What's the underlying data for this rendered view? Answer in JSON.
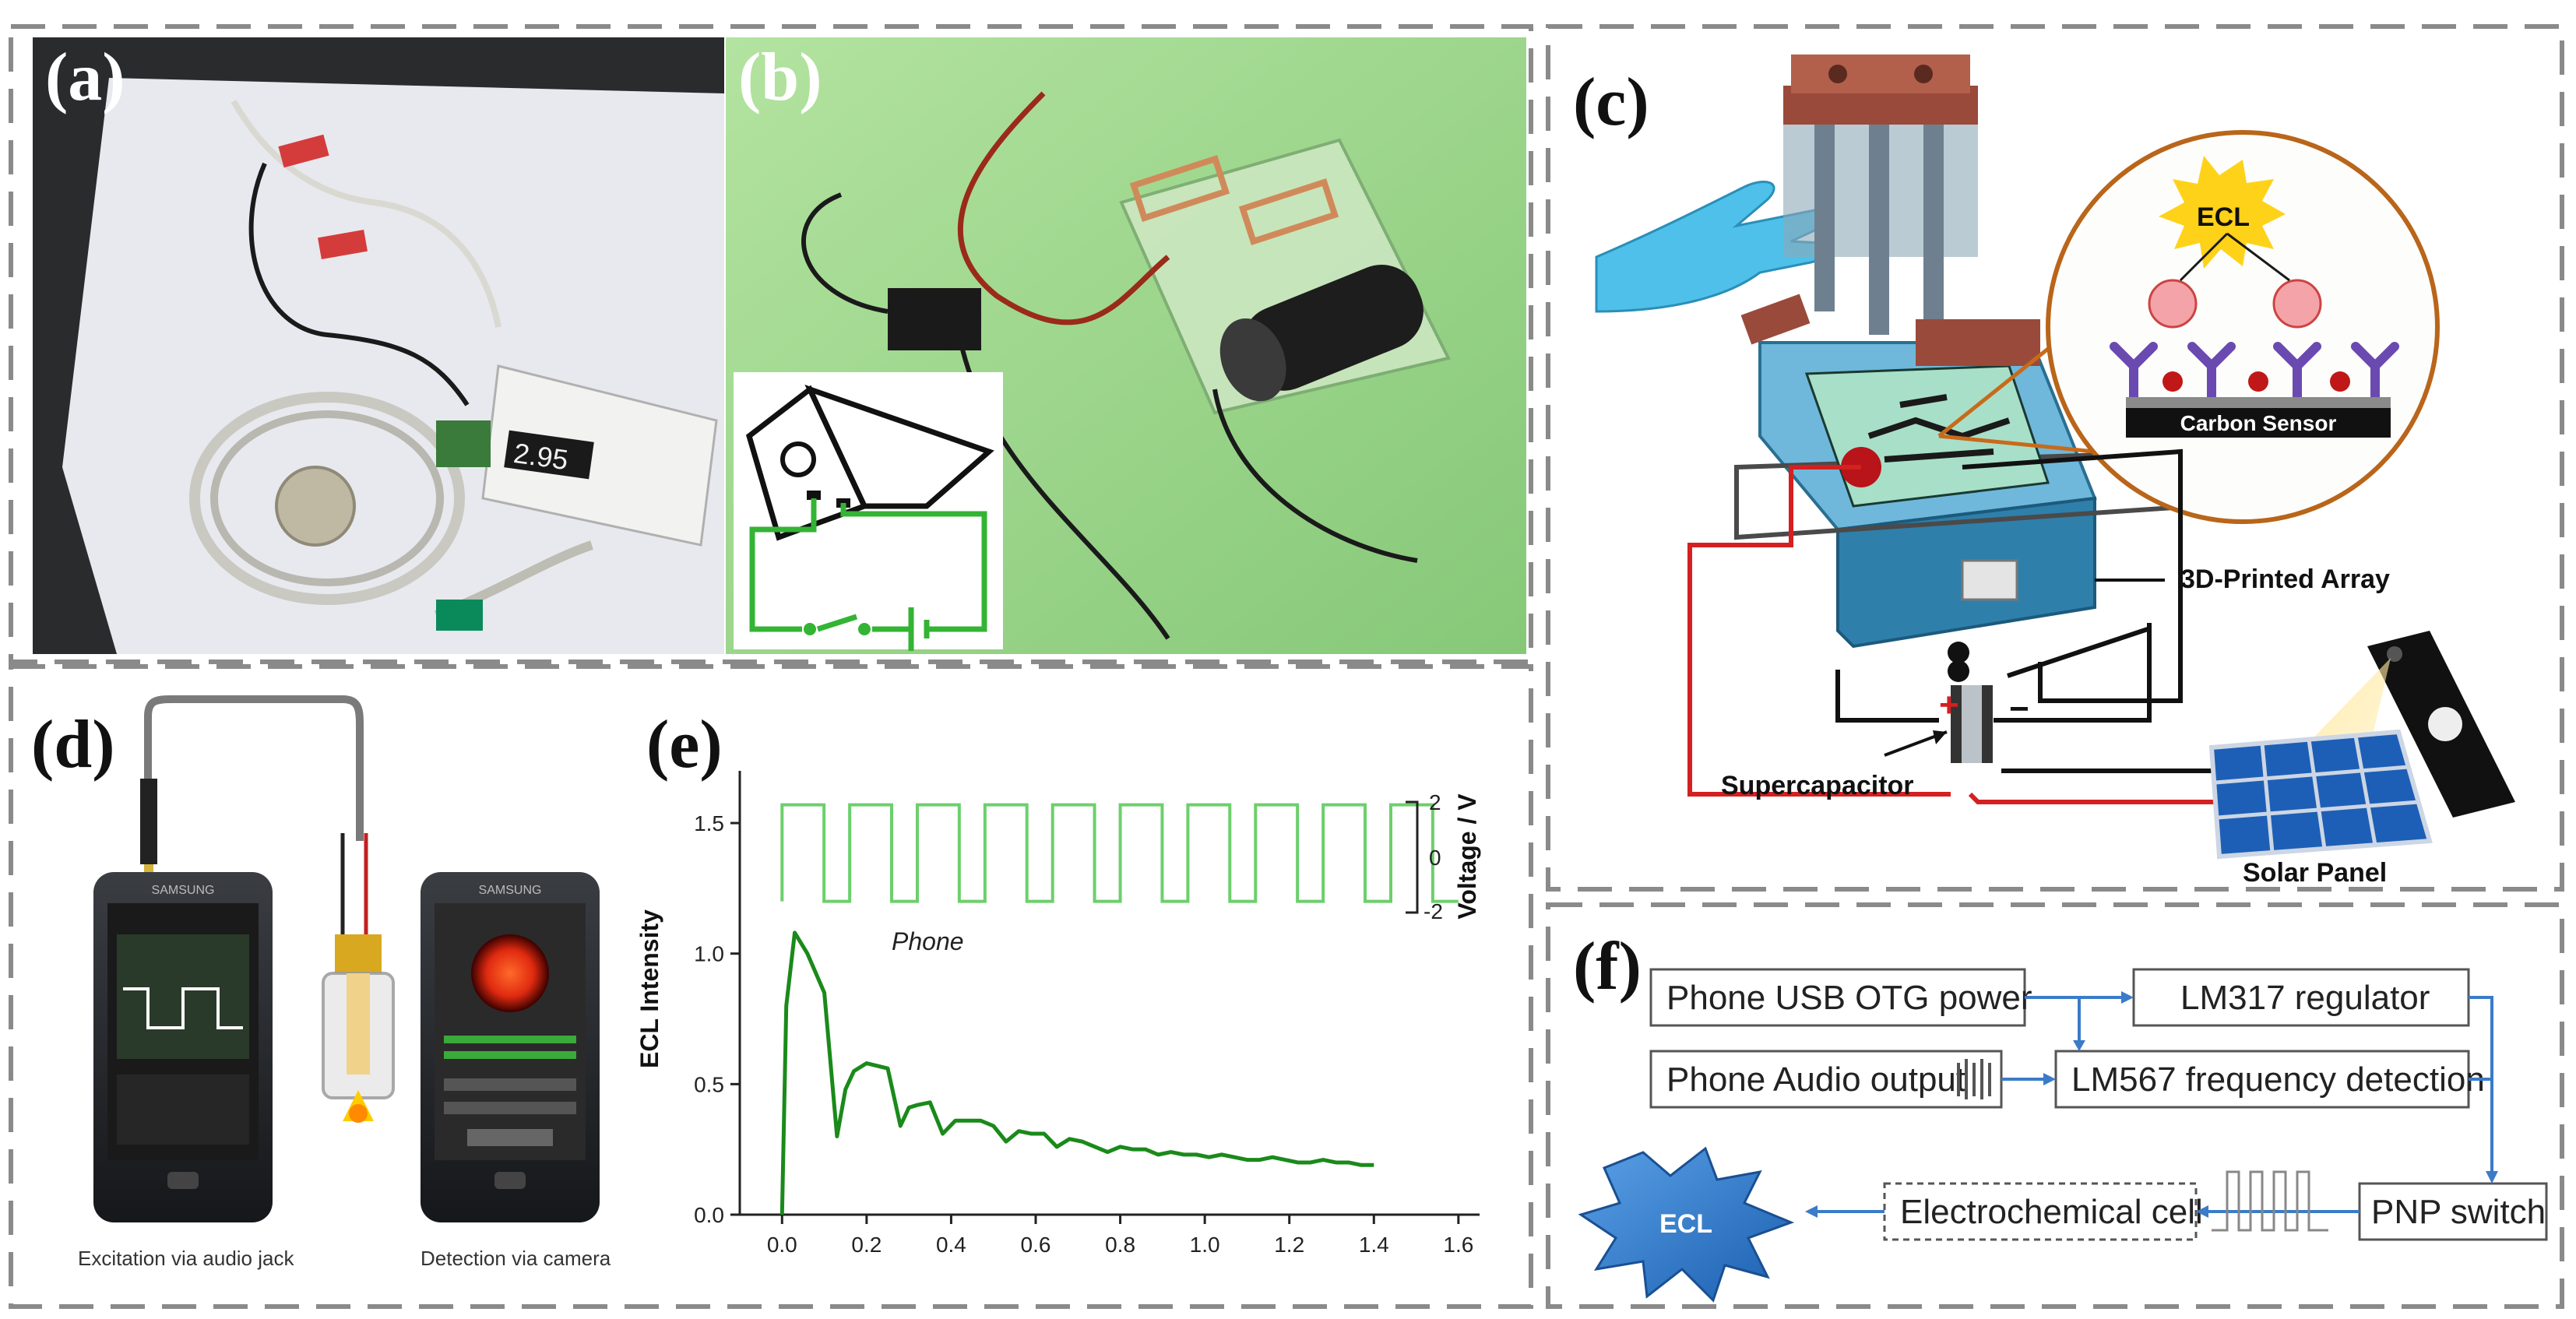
{
  "panels": {
    "a": {
      "label": "(a)"
    },
    "b": {
      "label": "(b)"
    },
    "c": {
      "label": "(c)",
      "ecl_burst": "ECL",
      "sensor": "Carbon Sensor",
      "array": "3D-Printed Array",
      "supercap": "Supercapacitor",
      "solar": "Solar Panel",
      "plus": "+",
      "minus": "−"
    },
    "d": {
      "label": "(d)",
      "caption_left": "Excitation via audio jack",
      "caption_right": "Detection via camera",
      "phone_brand": "SAMSUNG"
    },
    "e": {
      "label": "(e)",
      "phone": "Phone"
    },
    "f": {
      "label": "(f)",
      "usb": "Phone USB OTG power",
      "regulator": "LM317 regulator",
      "audio": "Phone Audio output",
      "freq": "LM567 frequency detection",
      "cell": "Electrochemical cell",
      "pnp": "PNP switch",
      "ecl": "ECL"
    }
  },
  "chart_data": {
    "type": "line",
    "xlabel": "",
    "ylabel": "ECL Intensity",
    "y2label": "Voltage / V",
    "xlim": [
      -0.1,
      1.65
    ],
    "ylim": [
      0.0,
      1.7
    ],
    "xticks": [
      "0.0",
      "0.2",
      "0.4",
      "0.6",
      "0.8",
      "1.0",
      "1.2",
      "1.4",
      "1.6"
    ],
    "yticks": [
      "0.0",
      "0.5",
      "1.0",
      "1.5"
    ],
    "y2ticks": [
      "2",
      "0",
      "-2"
    ],
    "annotation": "Phone",
    "series": [
      {
        "color": "#1a8a1a",
        "x": [
          0.0,
          0.01,
          0.03,
          0.06,
          0.1,
          0.13,
          0.15,
          0.17,
          0.2,
          0.25,
          0.28,
          0.3,
          0.32,
          0.35,
          0.38,
          0.41,
          0.44,
          0.47,
          0.5,
          0.53,
          0.56,
          0.59,
          0.62,
          0.65,
          0.68,
          0.71,
          0.74,
          0.77,
          0.8,
          0.83,
          0.86,
          0.89,
          0.92,
          0.95,
          0.98,
          1.01,
          1.04,
          1.07,
          1.1,
          1.13,
          1.16,
          1.19,
          1.22,
          1.25,
          1.28,
          1.31,
          1.34,
          1.37,
          1.4
        ],
        "y": [
          0.0,
          0.8,
          1.08,
          1.0,
          0.85,
          0.3,
          0.48,
          0.55,
          0.58,
          0.56,
          0.34,
          0.41,
          0.42,
          0.43,
          0.31,
          0.36,
          0.36,
          0.36,
          0.34,
          0.28,
          0.32,
          0.31,
          0.31,
          0.26,
          0.29,
          0.28,
          0.26,
          0.24,
          0.26,
          0.25,
          0.25,
          0.23,
          0.24,
          0.23,
          0.23,
          0.22,
          0.23,
          0.22,
          0.21,
          0.21,
          0.22,
          0.21,
          0.2,
          0.2,
          0.21,
          0.2,
          0.2,
          0.19,
          0.19
        ]
      },
      {
        "name": "square wave",
        "color": "#6ccf6c",
        "high": 1.57,
        "low": 1.2,
        "x_start": 0.0,
        "x_end": 1.6,
        "cycles": 10
      }
    ]
  }
}
